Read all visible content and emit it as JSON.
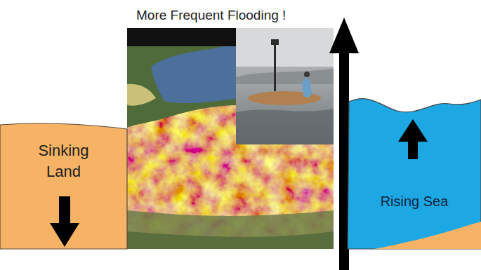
{
  "diagram": {
    "title": "More Frequent Flooding !",
    "nodes": [
      {
        "text": [
          "Sinking Land"
        ]
      },
      {
        "text": [
          "Rising Sea"
        ]
      }
    ]
  }
}
